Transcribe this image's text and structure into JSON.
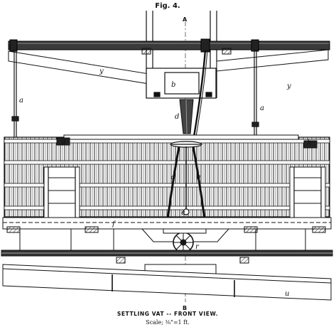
{
  "figure": {
    "title": "Fig. 4.",
    "caption": "SETTLING VAT -- FRONT VIEW.",
    "scale": "Scale; ⅜\"=1 ft."
  },
  "labels": {
    "axis_top": "A",
    "axis_bottom": "B",
    "y_left": "y",
    "y_right": "y",
    "a_left": "a",
    "a_right": "a",
    "b": "b",
    "d": "d",
    "g": "g",
    "h": "h",
    "q_left": "q",
    "q_right": "q",
    "e": "e",
    "f": "f",
    "r": "r",
    "u": "u"
  }
}
